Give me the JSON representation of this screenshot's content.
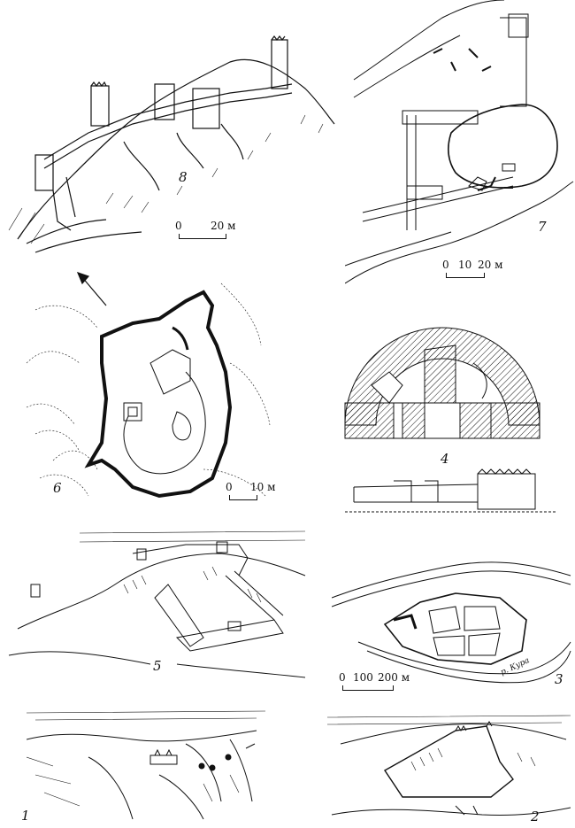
{
  "figures": {
    "f8": {
      "number": "8",
      "scale": {
        "zero": "0",
        "mark": "20 м"
      }
    },
    "f7": {
      "number": "7",
      "scale": {
        "zero": "0",
        "mid": "10",
        "mark": "20 м"
      }
    },
    "f6": {
      "number": "6",
      "scale": {
        "zero": "0",
        "mark": "10 м"
      }
    },
    "f4": {
      "number": "4"
    },
    "f5": {
      "number": "5"
    },
    "f3": {
      "number": "3",
      "scale": {
        "zero": "0",
        "mid": "100",
        "mark": "200 м"
      },
      "river": "р. Кура"
    },
    "f1": {
      "number": "1"
    },
    "f2": {
      "number": "2"
    }
  }
}
